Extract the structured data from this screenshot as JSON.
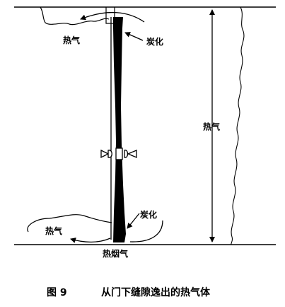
{
  "labels": {
    "hot_gas_top_left": "热气",
    "charring_top": "炭化",
    "hot_gas_right": "热气",
    "charring_bottom": "炭化",
    "hot_gas_bottom_left": "热气",
    "hot_smoke_gas": "热烟气"
  },
  "caption": {
    "figure_number": "图 9",
    "text": "从门下缝隙逸出的热气体"
  }
}
